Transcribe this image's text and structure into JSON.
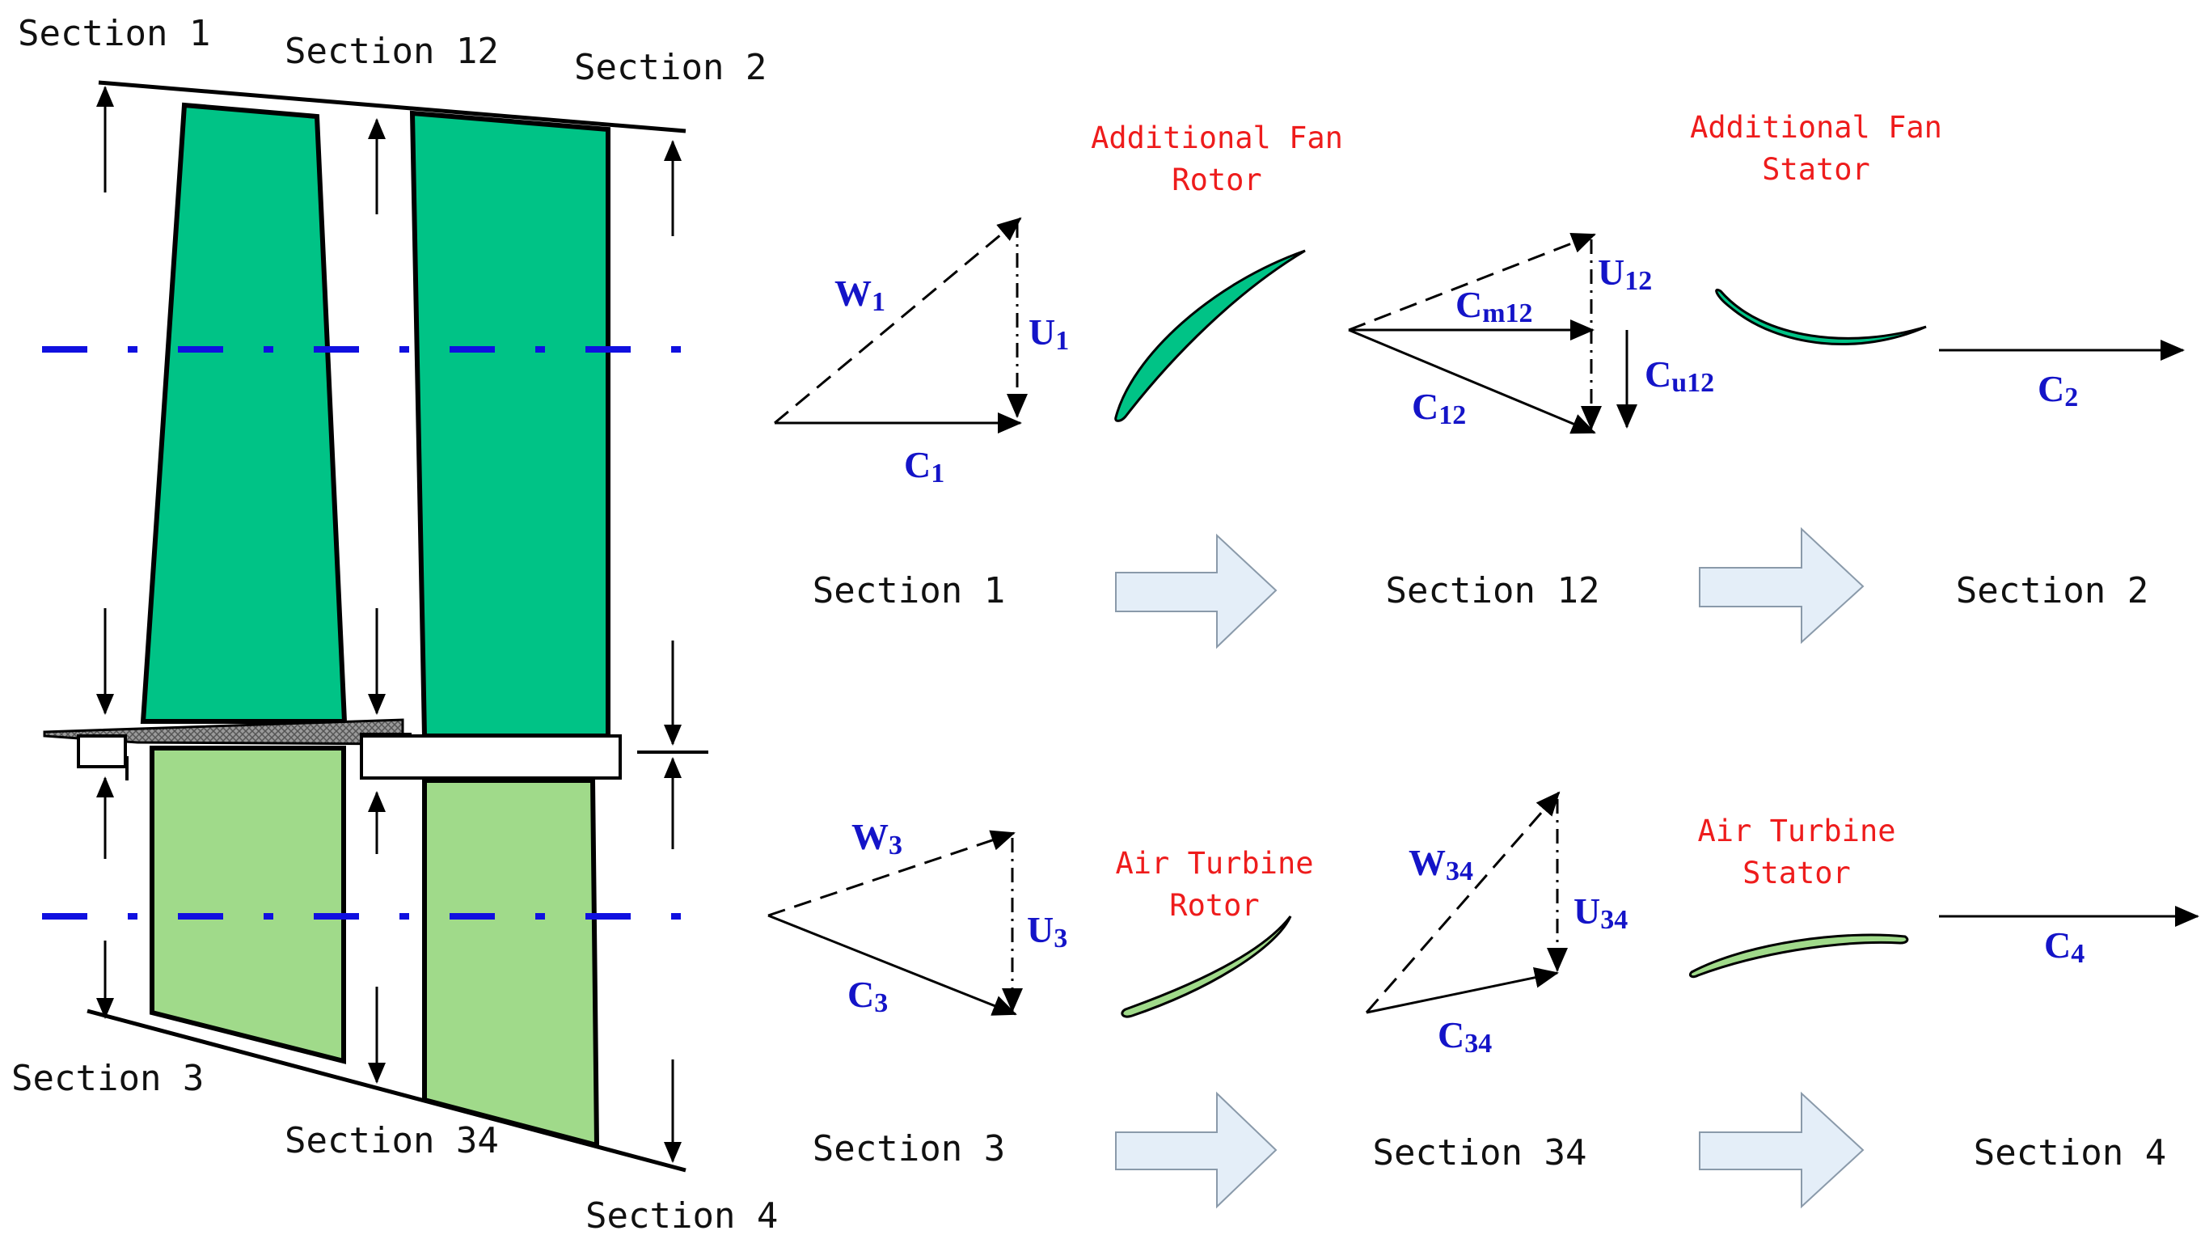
{
  "colors": {
    "rotor_blade": "#00c386",
    "turbine_blade": "#a0da8a",
    "centerline": "#1010e0",
    "vector_label": "#1414c8",
    "component_label": "#ee1c1c",
    "flow_arrow_fill": "#e4eef8",
    "flow_arrow_stroke": "#8a9aaa",
    "splitter_hatch": "#777777"
  },
  "icons": {
    "flow_arrow": "block-right-arrow",
    "vector_arrow": "arrowhead"
  },
  "left_sections": {
    "s1": "Section 1",
    "s12": "Section 12",
    "s2": "Section 2",
    "s3": "Section 3",
    "s34": "Section 34",
    "s4": "Section 4"
  },
  "components": {
    "fan_rotor": [
      "Additional Fan",
      "Rotor"
    ],
    "fan_stator": [
      "Additional Fan",
      "Stator"
    ],
    "turbine_rotor": [
      "Air Turbine",
      "Rotor"
    ],
    "turbine_stator": [
      "Air Turbine",
      "Stator"
    ]
  },
  "triangles": {
    "sec1": {
      "W": "W",
      "W_sub": "1",
      "U": "U",
      "U_sub": "1",
      "C": "C",
      "C_sub": "1"
    },
    "sec12": {
      "U": "U",
      "U_sub": "12",
      "Cm": "C",
      "Cm_sub": "m12",
      "C": "C",
      "C_sub": "12",
      "Cu": "C",
      "Cu_sub": "u12"
    },
    "sec2": {
      "C": "C",
      "C_sub": "2"
    },
    "sec3": {
      "W": "W",
      "W_sub": "3",
      "U": "U",
      "U_sub": "3",
      "C": "C",
      "C_sub": "3"
    },
    "sec34": {
      "W": "W",
      "W_sub": "34",
      "U": "U",
      "U_sub": "34",
      "C": "C",
      "C_sub": "34"
    },
    "sec4": {
      "C": "C",
      "C_sub": "4"
    }
  },
  "flow_sections": {
    "top": [
      "Section 1",
      "Section 12",
      "Section 2"
    ],
    "bottom": [
      "Section 3",
      "Section 34",
      "Section 4"
    ]
  }
}
